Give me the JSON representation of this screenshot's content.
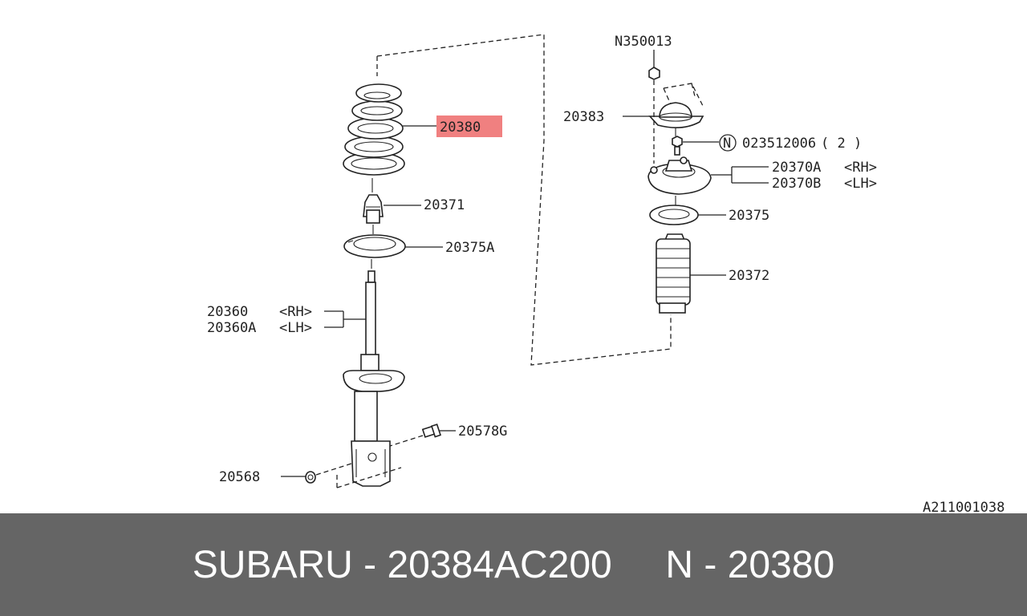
{
  "diagram": {
    "callouts": {
      "n350013": "N350013",
      "p20383": "20383",
      "n_circle": "N",
      "bolt_023512006": "023512006",
      "qty": "( 2  )",
      "p20370a": "20370A",
      "p20370b": "20370B",
      "rh": "<RH>",
      "lh": "<LH>",
      "p20375": "20375",
      "p20372": "20372",
      "p20380": "20380",
      "p20371": "20371",
      "p20375a": "20375A",
      "p20360": "20360",
      "p20360a": "20360A",
      "p20578g": "20578G",
      "p20568": "20568"
    },
    "drawing_code": "A211001038",
    "highlight_color": "#f08080"
  },
  "footer": {
    "text": "SUBARU - 20384AC200     N - 20380",
    "background": "#656565"
  }
}
